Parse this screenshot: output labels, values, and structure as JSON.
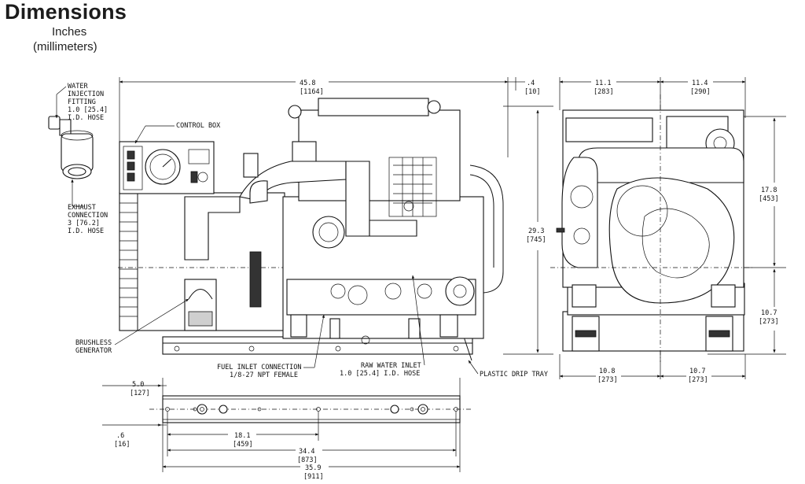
{
  "header": {
    "title": "Dimensions",
    "unit_primary": "Inches",
    "unit_secondary": "(millimeters)"
  },
  "callouts": {
    "water_injection": [
      "WATER",
      "INJECTION",
      "FITTING",
      "1.0 [25.4]",
      "I.D. HOSE"
    ],
    "control_box": "CONTROL BOX",
    "exhaust": [
      "EXHAUST",
      "CONNECTION",
      "3 [76.2]",
      "I.D. HOSE"
    ],
    "generator": [
      "BRUSHLESS",
      "GENERATOR"
    ],
    "fuel_inlet": [
      "FUEL INLET CONNECTION",
      "1/8-27 NPT FEMALE"
    ],
    "raw_water": [
      "RAW WATER INLET",
      "1.0 [25.4] I.D. HOSE"
    ],
    "drip_tray": "PLASTIC DRIP TRAY"
  },
  "dimensions": {
    "overall_length": {
      "in": "45.8",
      "mm": "[1164]"
    },
    "top_offset": {
      "in": ".4",
      "mm": "[10]"
    },
    "height": {
      "in": "29.3",
      "mm": "[745]"
    },
    "end_top_left": {
      "in": "11.1",
      "mm": "[283]"
    },
    "end_top_right": {
      "in": "11.4",
      "mm": "[290]"
    },
    "end_upper_height": {
      "in": "17.8",
      "mm": "[453]"
    },
    "end_lower_height": {
      "in": "10.7",
      "mm": "[273]"
    },
    "end_bottom_left": {
      "in": "10.8",
      "mm": "[273]"
    },
    "end_bottom_right": {
      "in": "10.7",
      "mm": "[273]"
    },
    "base_offset": {
      "in": "5.0",
      "mm": "[127]"
    },
    "rail_offset": {
      "in": ".6",
      "mm": "[16]"
    },
    "hole_spacing_a": {
      "in": "18.1",
      "mm": "[459]"
    },
    "hole_spacing_b": {
      "in": "34.4",
      "mm": "[873]"
    },
    "base_length": {
      "in": "35.9",
      "mm": "[911]"
    }
  }
}
